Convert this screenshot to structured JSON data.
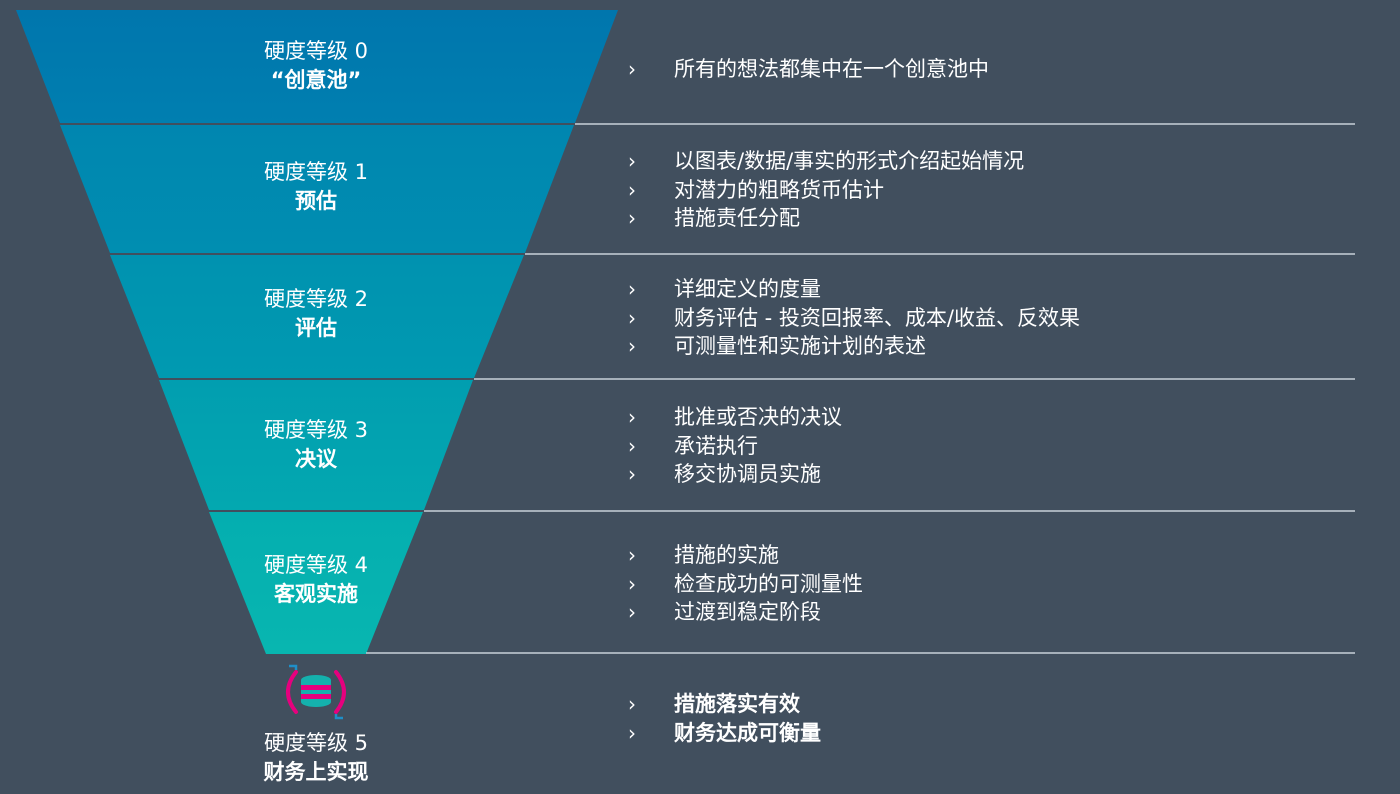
{
  "colors": {
    "background": "#414f5e",
    "divider": "#c7d0d8",
    "level_fills": [
      "#0078ad",
      "#008bb0",
      "#0095b0",
      "#01a1b0",
      "#04b1b0"
    ],
    "icon_pink": "#e6007e",
    "icon_teal": "#14b1ad",
    "icon_blue": "#1f8fc8"
  },
  "icons": {
    "level5": "database-icon"
  },
  "bullet_marker": "›",
  "levels": [
    {
      "name": "硬度等级 0",
      "title": "“创意池”",
      "bullets": [
        "所有的想法都集中在一个创意池中"
      ]
    },
    {
      "name": "硬度等级 1",
      "title": "预估",
      "bullets": [
        "以图表/数据/事实的形式介绍起始情况",
        "对潜力的粗略货币估计",
        "措施责任分配"
      ]
    },
    {
      "name": "硬度等级 2",
      "title": "评估",
      "bullets": [
        "详细定义的度量",
        "财务评估 - 投资回报率、成本/收益、反效果",
        "可测量性和实施计划的表述"
      ]
    },
    {
      "name": "硬度等级 3",
      "title": "决议",
      "bullets": [
        "批准或否决的决议",
        "承诺执行",
        "移交协调员实施"
      ]
    },
    {
      "name": "硬度等级 4",
      "title": "客观实施",
      "bullets": [
        "措施的实施",
        "检查成功的可测量性",
        "过渡到稳定阶段"
      ]
    },
    {
      "name": "硬度等级 5",
      "title": "财务上实现",
      "bullets": [
        "措施落实有效",
        "财务达成可衡量"
      ]
    }
  ]
}
